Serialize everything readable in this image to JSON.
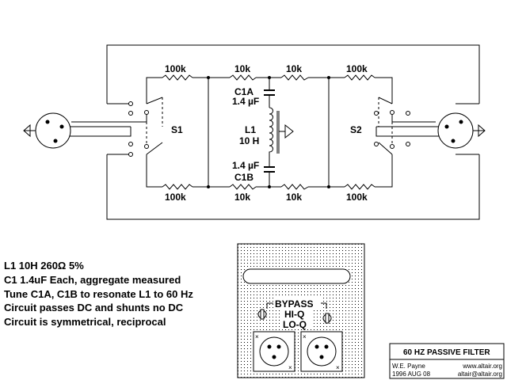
{
  "schematic": {
    "resistors": {
      "top_left": "100k",
      "top_center_left": "10k",
      "top_center_right": "10k",
      "top_right": "100k",
      "bottom_left": "100k",
      "bottom_center_left": "10k",
      "bottom_center_right": "10k",
      "bottom_right": "100k"
    },
    "capacitor_top": {
      "name": "C1A",
      "value": "1.4 µF"
    },
    "capacitor_bottom": {
      "name": "C1B",
      "value": "1.4 µF"
    },
    "inductor": {
      "name": "L1",
      "value": "10 H"
    },
    "switch_left": "S1",
    "switch_right": "S2"
  },
  "notes": [
    "L1  10H  260Ω  5%",
    "C1  1.4uF  Each, aggregate measured",
    "Tune C1A, C1B to resonate L1 to 60 Hz",
    "Circuit passes DC and shunts no DC",
    "Circuit is symmetrical, reciprocal"
  ],
  "panel": {
    "bypass_label": "BYPASS",
    "hiq_label": "HI-Q",
    "loq_label": "LO-Q"
  },
  "title_block": {
    "title": "60 HZ PASSIVE FILTER",
    "author": "W.E. Payne",
    "date": "1996 AUG 08",
    "website": "www.altair.org",
    "email": "altair@altair.org"
  }
}
